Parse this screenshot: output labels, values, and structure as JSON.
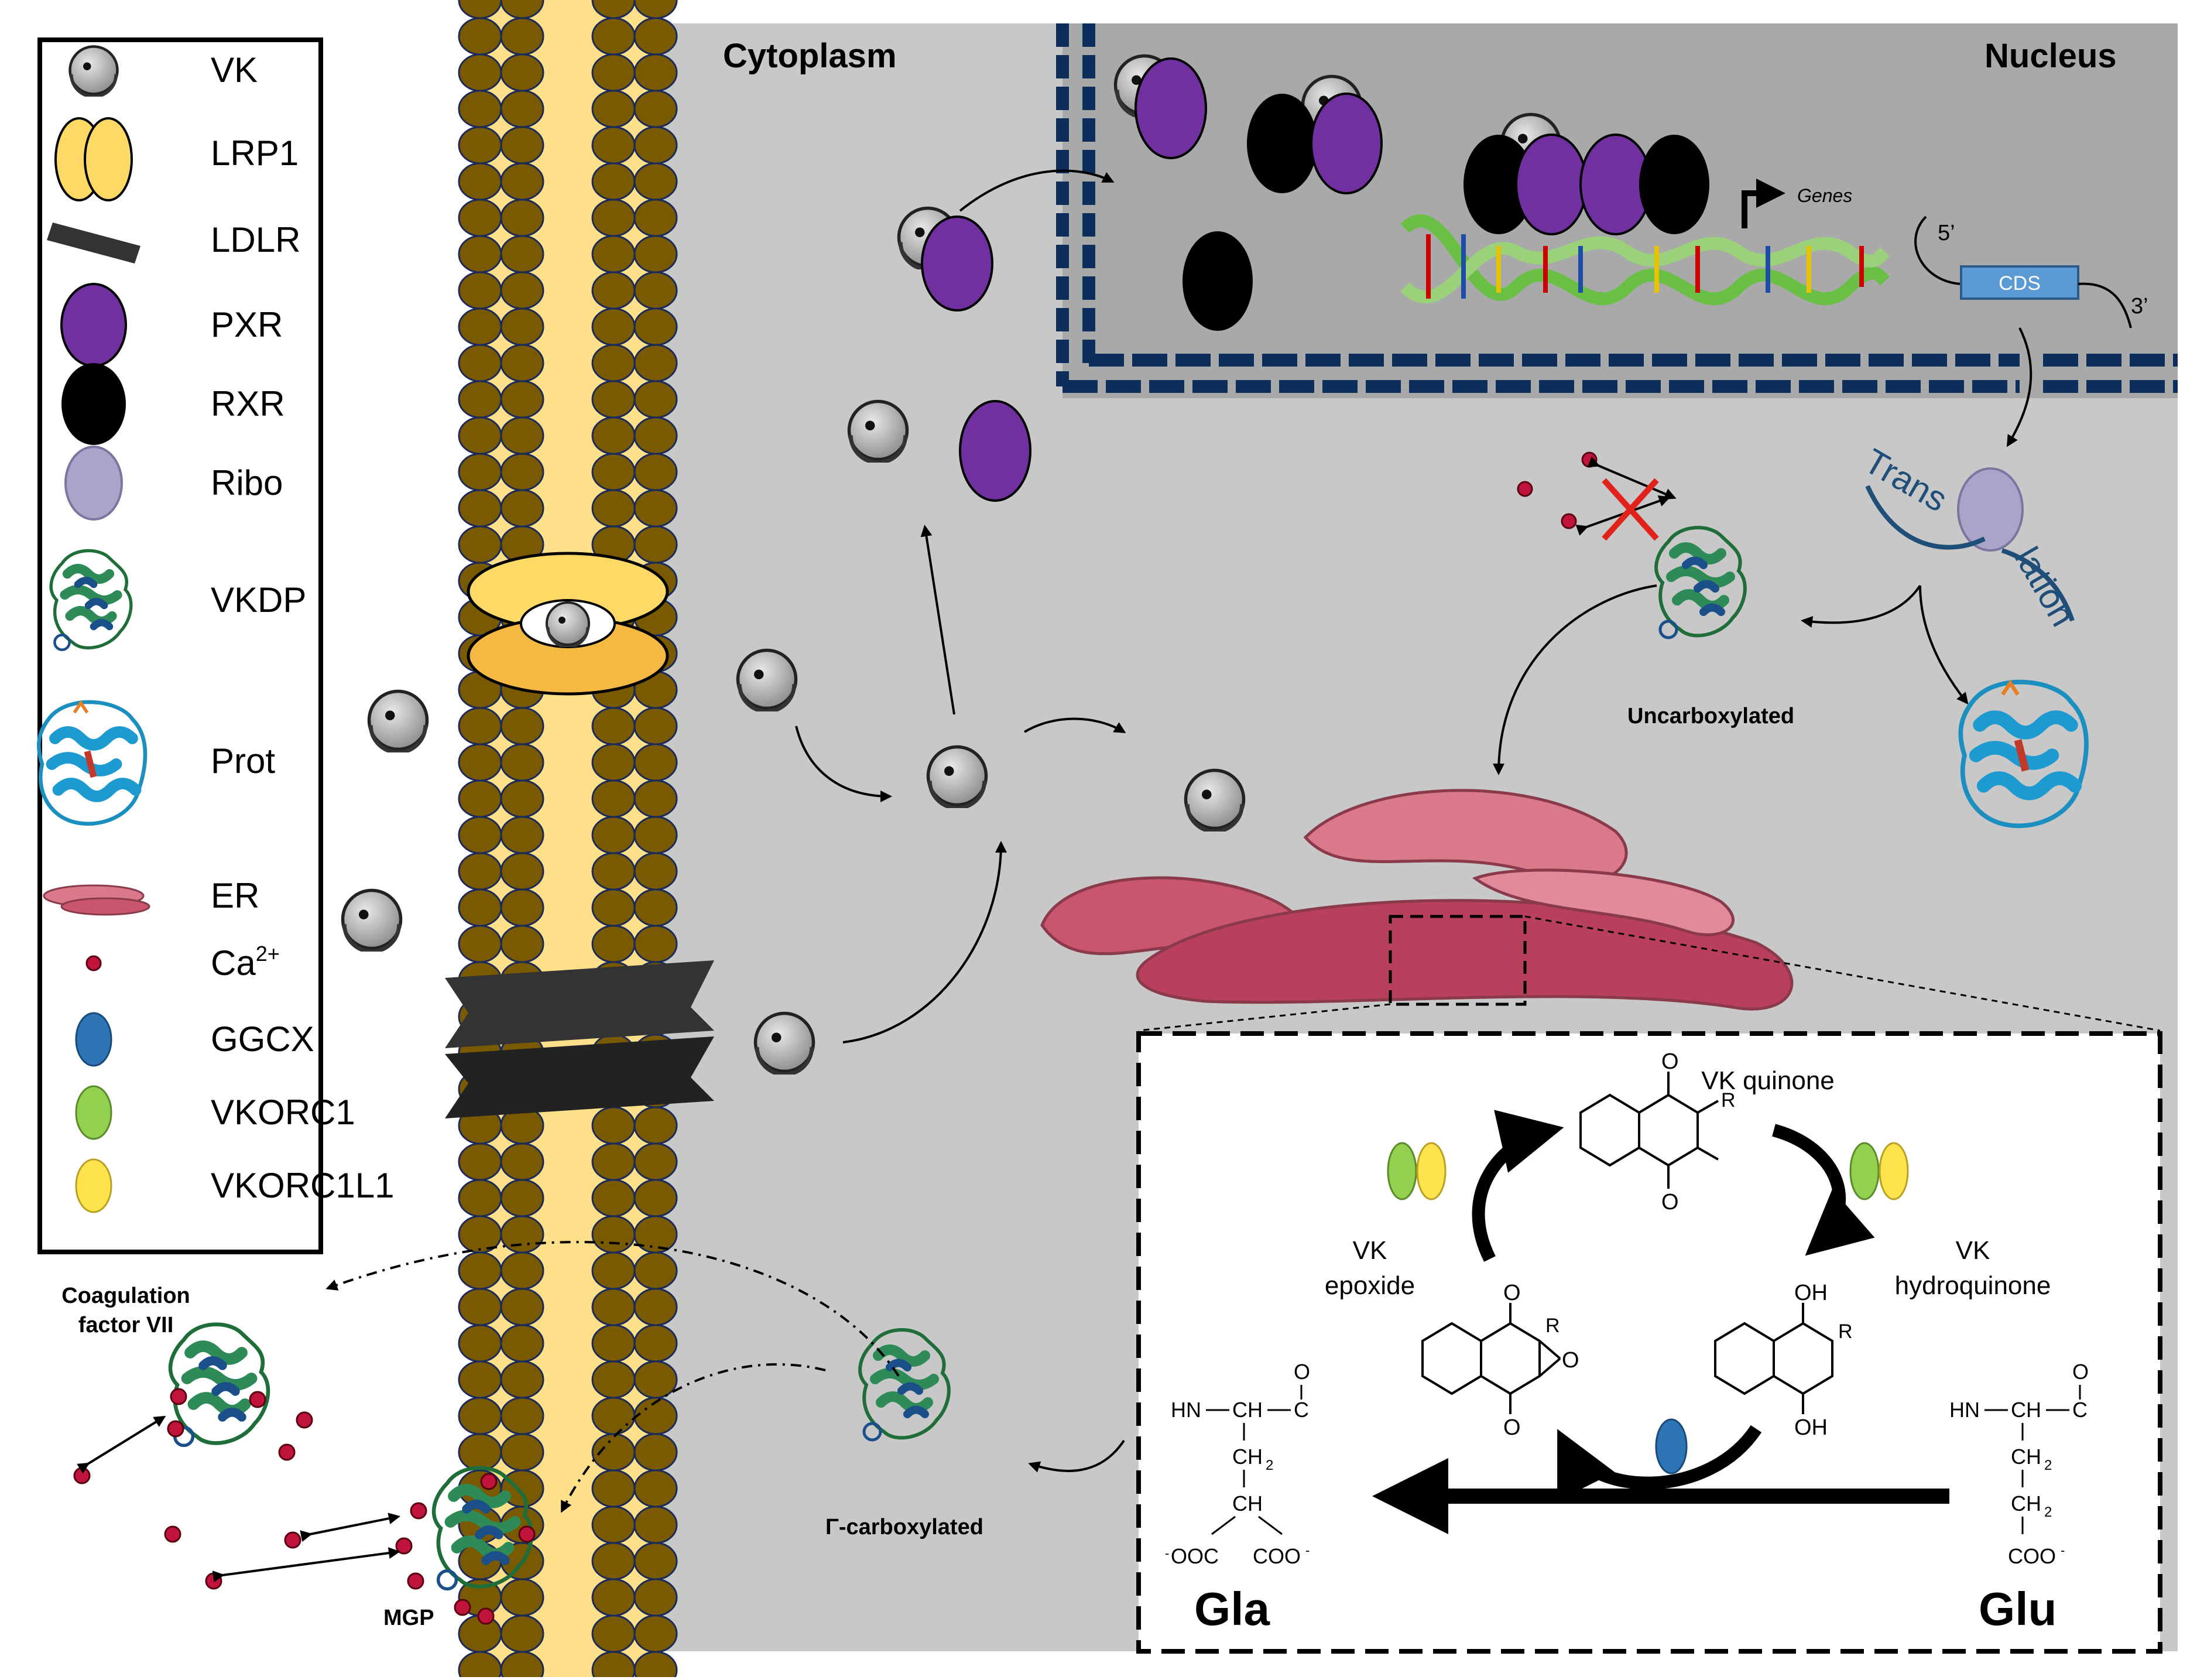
{
  "legend": {
    "items": [
      {
        "label": "VK",
        "icon": "vk-ball-icon"
      },
      {
        "label": "LRP1",
        "icon": "lrp1-receptor-icon"
      },
      {
        "label": "LDLR",
        "icon": "ldlr-receptor-icon"
      },
      {
        "label": "PXR",
        "icon": "pxr-icon"
      },
      {
        "label": "RXR",
        "icon": "rxr-icon"
      },
      {
        "label": "Ribo",
        "icon": "ribosome-icon"
      },
      {
        "label": "VKDP",
        "icon": "vkdp-protein-icon"
      },
      {
        "label": "Prot",
        "icon": "protein-icon"
      },
      {
        "label": "ER",
        "icon": "er-icon"
      },
      {
        "label": "Ca",
        "sup": "2+",
        "icon": "calcium-icon"
      },
      {
        "label": "GGCX",
        "icon": "ggcx-enzyme-icon"
      },
      {
        "label": "VKORC1",
        "icon": "vkorc1-enzyme-icon"
      },
      {
        "label": "VKORC1L1",
        "icon": "vkorc1l1-enzyme-icon"
      }
    ]
  },
  "regions": {
    "cytoplasm": "Cytoplasm",
    "nucleus": "Nucleus"
  },
  "nucleus": {
    "genes": "Genes",
    "five_prime": "5’",
    "three_prime": "3’",
    "cds": "CDS"
  },
  "translation": {
    "part1": "Trans",
    "part2": "lation"
  },
  "proteins": {
    "uncarboxylated": "Uncarboxylated",
    "carboxylated": "Γ-carboxylated",
    "coagulation": [
      "Coagulation",
      "factor VII"
    ],
    "mgp": "MGP"
  },
  "cycle": {
    "quinone": "VK quinone",
    "epoxide": [
      "VK",
      "epoxide"
    ],
    "hydroquinone": [
      "VK",
      "hydroquinone"
    ],
    "gla": "Gla",
    "glu": "Glu",
    "atoms": {
      "o": "O",
      "r": "R",
      "oh": "OH"
    },
    "chem": {
      "hn": "HN",
      "ch": "CH",
      "c": "C",
      "ch2": "CH",
      "sub2": "2",
      "ooc": "OOC",
      "coo": "COO",
      "minus": "-"
    }
  },
  "colors": {
    "membrane_head": "#7a5a00",
    "membrane_tail": "#ffe08a",
    "cytoplasm": "#c8c8c8",
    "nucleus": "#a9a9a9",
    "pxr": "#7030a0",
    "rxr": "#000000",
    "lrp1": "#ffd966",
    "er": "#d9798a",
    "calcium": "#c0143c",
    "ggcx": "#2e75b6",
    "vkorc1": "#92d050",
    "vkorc1l1": "#ffe34d",
    "cds": "#5b9bd5"
  }
}
